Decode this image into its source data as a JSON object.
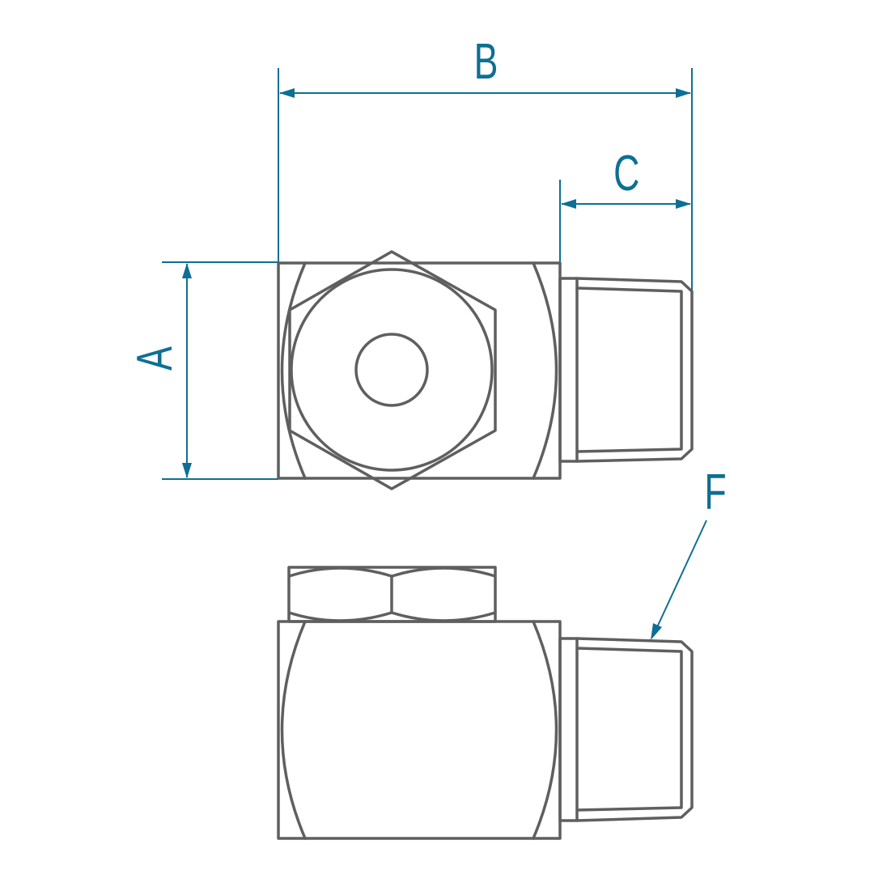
{
  "diagram": {
    "title": "Hex elbow fitting with tapered male thread — dimension drawing",
    "colors": {
      "part_stroke": "#5f5f5f",
      "dimension": "#0e6f94",
      "background": "#ffffff"
    },
    "views": [
      {
        "name": "top-view",
        "description": "Body with hex nut and bore circle, threaded spigot to the right"
      },
      {
        "name": "side-view",
        "description": "Body with hex nut on top, threaded spigot to the right"
      }
    ],
    "dimensions": {
      "A": {
        "label": "A",
        "meaning": "body height",
        "orientation": "vertical"
      },
      "B": {
        "label": "B",
        "meaning": "overall length",
        "orientation": "horizontal"
      },
      "C": {
        "label": "C",
        "meaning": "thread length",
        "orientation": "horizontal"
      },
      "F": {
        "label": "F",
        "meaning": "thread size (leader callout)",
        "orientation": "leader"
      }
    }
  }
}
